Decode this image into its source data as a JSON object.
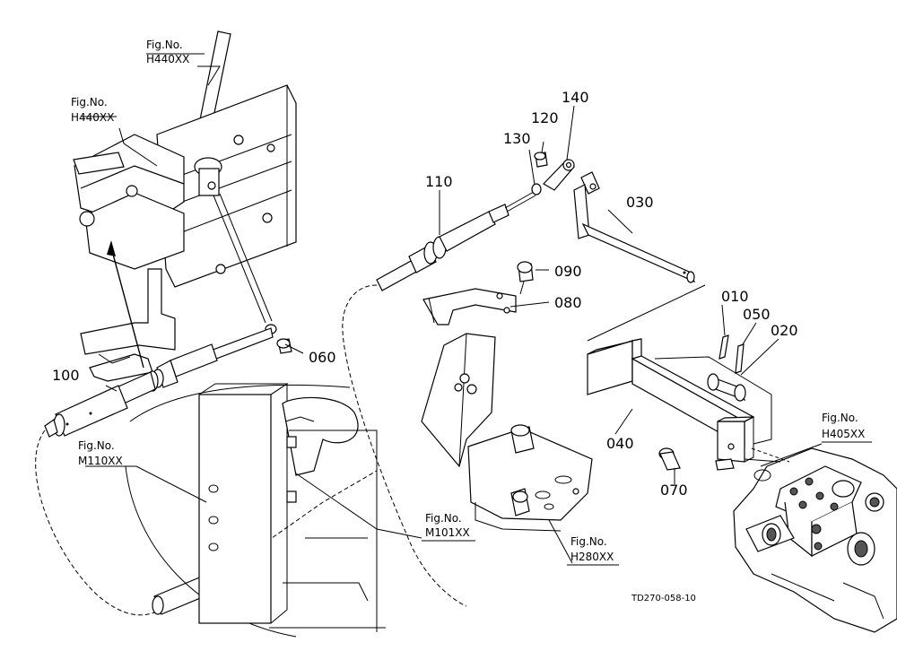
{
  "parts": [
    {
      "key": "p010",
      "number": "010"
    },
    {
      "key": "p020",
      "number": "020"
    },
    {
      "key": "p030",
      "number": "030"
    },
    {
      "key": "p040",
      "number": "040"
    },
    {
      "key": "p050",
      "number": "050"
    },
    {
      "key": "p060",
      "number": "060"
    },
    {
      "key": "p070",
      "number": "070"
    },
    {
      "key": "p080",
      "number": "080"
    },
    {
      "key": "p090",
      "number": "090"
    },
    {
      "key": "p100",
      "number": "100"
    },
    {
      "key": "p110",
      "number": "110"
    },
    {
      "key": "p120",
      "number": "120"
    },
    {
      "key": "p130",
      "number": "130"
    },
    {
      "key": "p140",
      "number": "140"
    }
  ],
  "figure_refs": [
    {
      "key": "h440_top",
      "label": "Fig.No.",
      "code": "H440XX"
    },
    {
      "key": "h440_left",
      "label": "Fig.No.",
      "code": "H440XX"
    },
    {
      "key": "m110",
      "label": "Fig.No.",
      "code": "M110XX"
    },
    {
      "key": "m101",
      "label": "Fig.No.",
      "code": "M101XX"
    },
    {
      "key": "h280",
      "label": "Fig.No.",
      "code": "H280XX"
    },
    {
      "key": "h405",
      "label": "Fig.No.",
      "code": "H405XX"
    }
  ],
  "drawing_code": "TD270-058-10"
}
